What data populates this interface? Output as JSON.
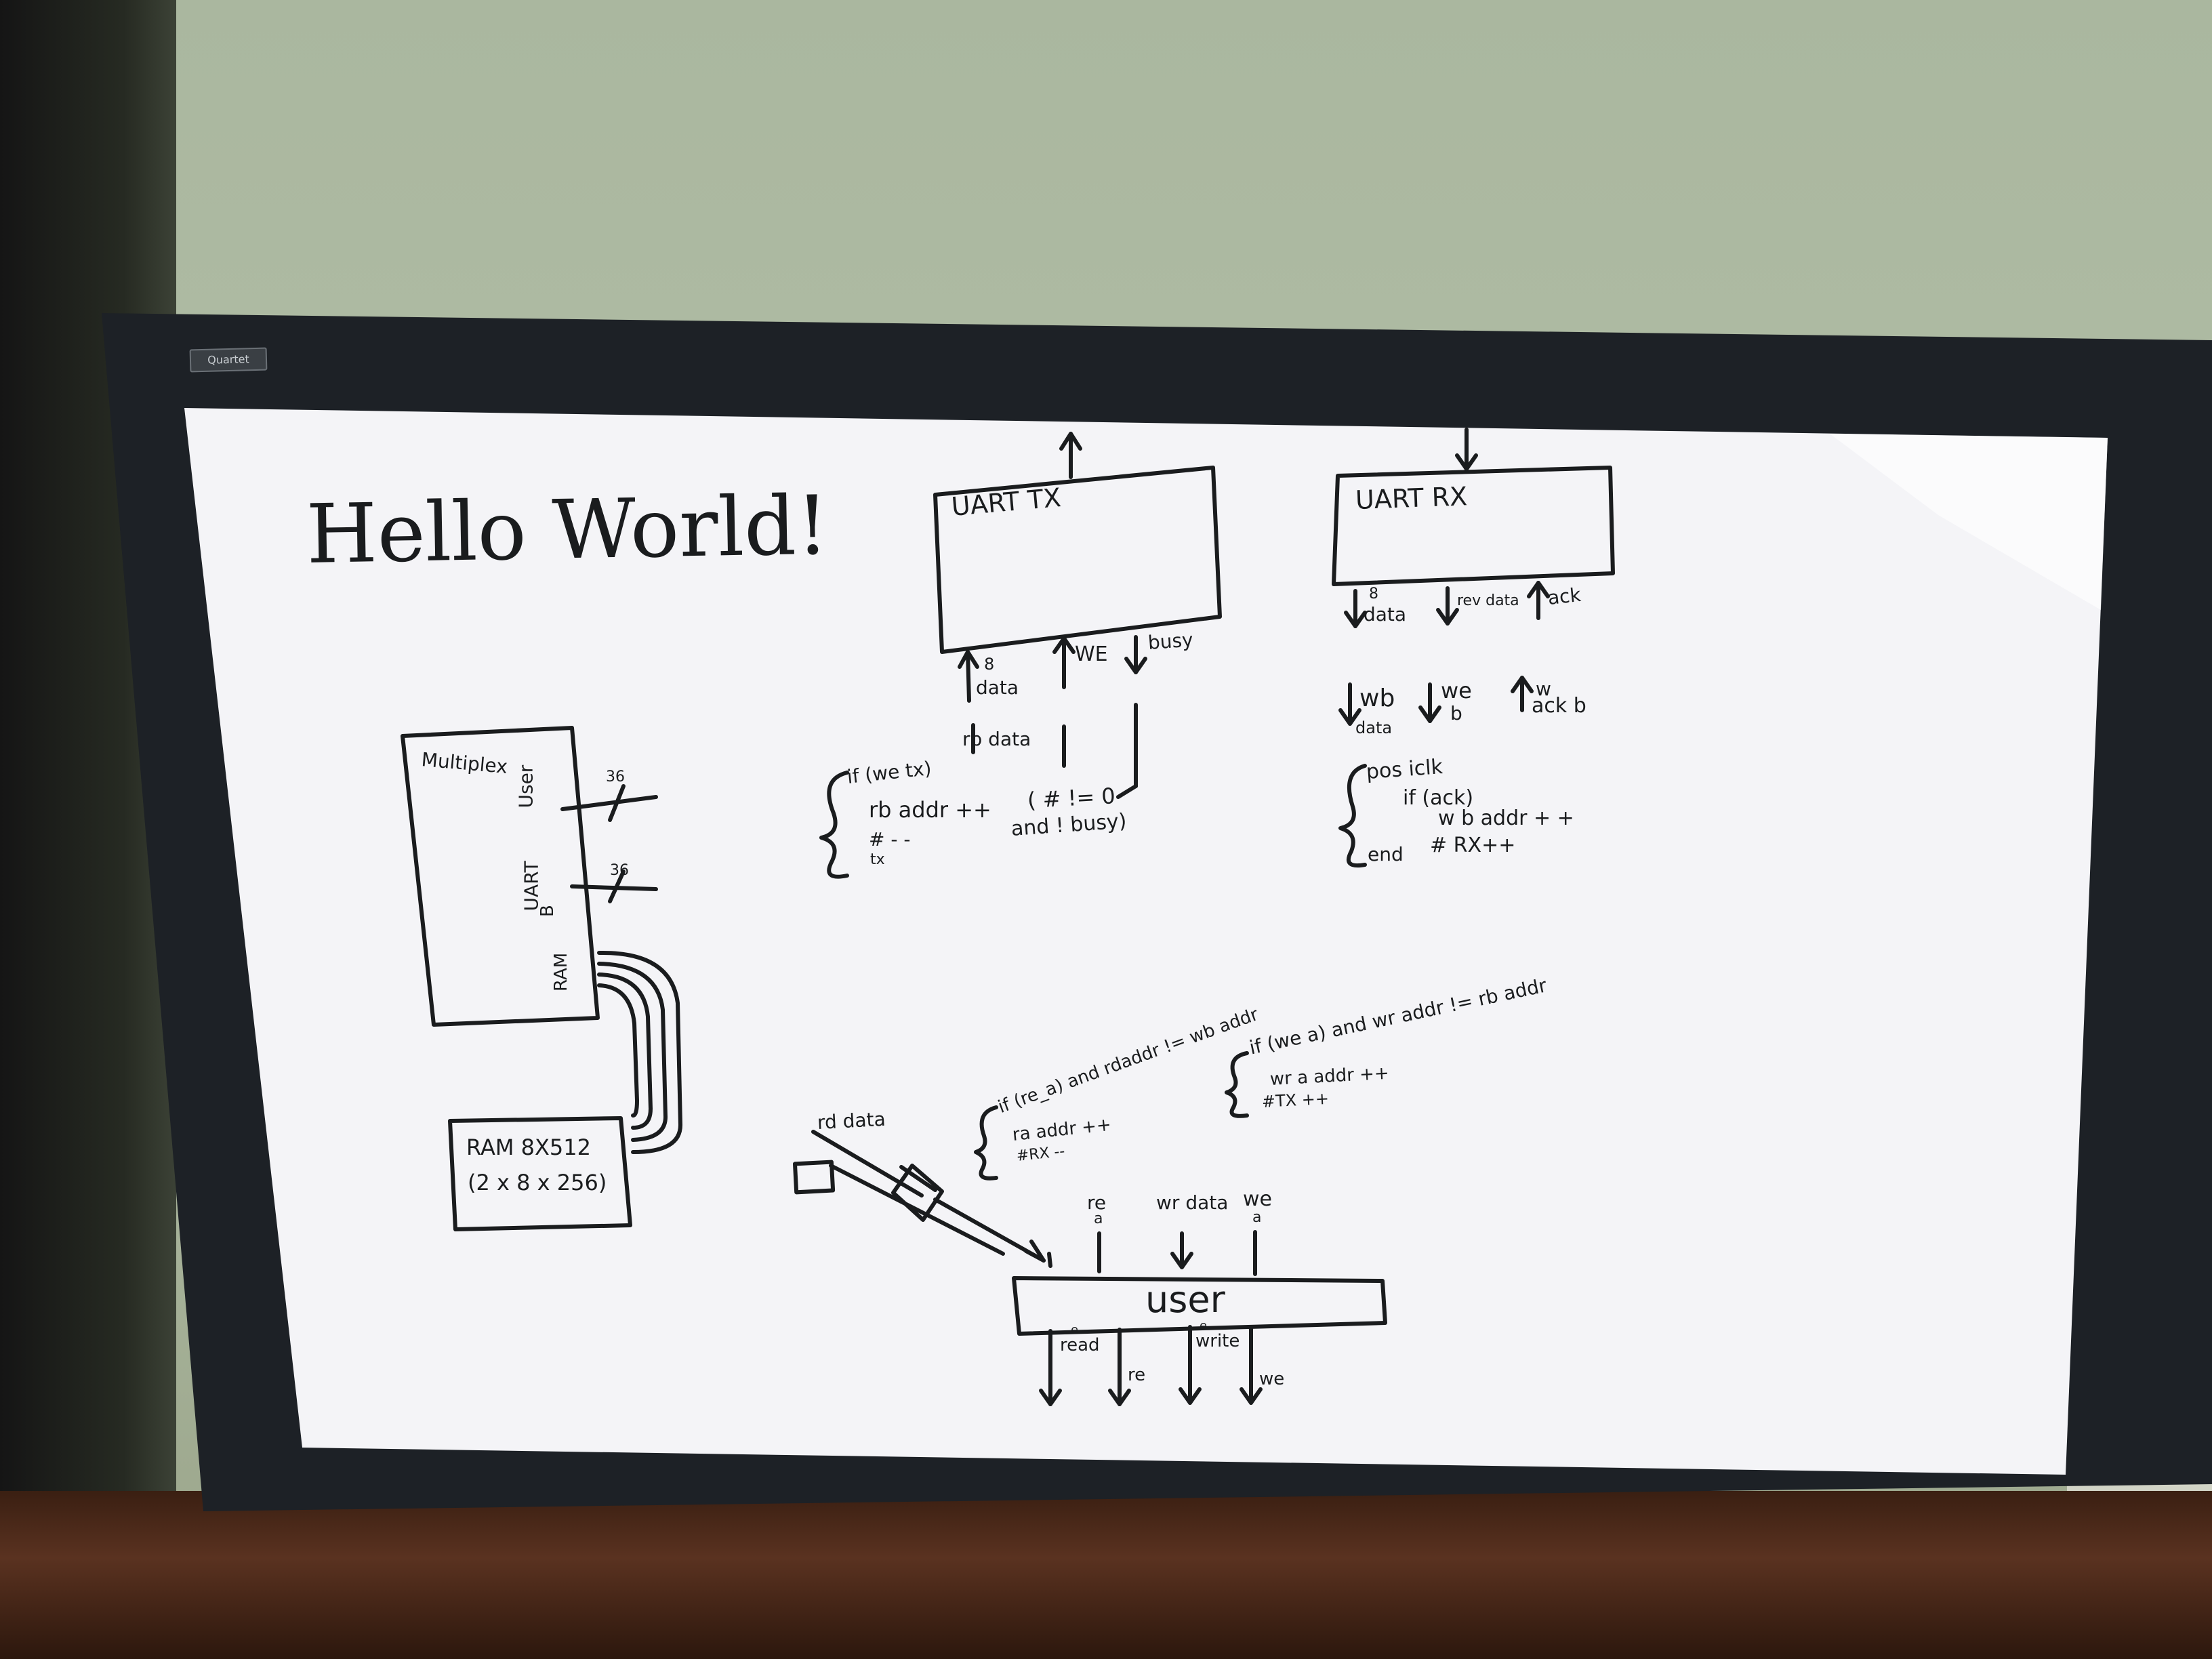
{
  "brand": "Quartet",
  "title": "Hello World!",
  "uart_tx": {
    "label": "UART TX",
    "sig_data_width": "8",
    "sig_data": "data",
    "sig_we": "WE",
    "sig_busy": "busy",
    "rb_data": "rb data",
    "cond_1": "if (we tx)",
    "cond_2": "rb addr ++",
    "cond_3": "# - -",
    "cond_4": "tx",
    "cond_5": "( # != 0",
    "cond_6": "and ! busy)"
  },
  "uart_rx": {
    "label": "UART RX",
    "sig_data_width": "8",
    "sig_data": "data",
    "sig_rev_data": "rev data",
    "sig_ack": "ack",
    "wb_data_1": "wb",
    "wb_data_2": "data",
    "we_b_1": "we",
    "we_b_2": "b",
    "ack_b_1": "w",
    "ack_b_2": "ack b",
    "code_1": "pos iclk",
    "code_2": "if (ack)",
    "code_3": "w b addr + +",
    "code_4": "# RX++",
    "code_5": "end"
  },
  "multiplex": {
    "label": "Multiplex",
    "port_user": "User",
    "port_uart": "UART",
    "port_b": "B",
    "port_ram": "RAM",
    "bus_width_1": "36",
    "bus_width_2": "36"
  },
  "ram": {
    "line_1": "RAM 8X512",
    "line_2": "(2 x 8 x 256)"
  },
  "user": {
    "label": "user",
    "rd_data": "rd data",
    "sig_re_a": "re",
    "sig_re_a_sub": "a",
    "sig_wr_data": "wr data",
    "sig_we_a": "we",
    "sig_we_a_sub": "a",
    "sig_read_e": "e",
    "sig_read": "read",
    "sig_re": "re",
    "sig_write_e": "e",
    "sig_write": "write",
    "sig_we": "we",
    "cond_a_1": "if (re_a) and rdaddr != wb addr",
    "cond_a_2": "ra addr ++",
    "cond_a_3": "#RX --",
    "cond_b_1": "if (we a)   and wr addr != rb addr",
    "cond_b_2": "wr a addr ++",
    "cond_b_3": "#TX ++"
  },
  "colors": {
    "ink": "#1a1c1e",
    "board": "#f4f4f7",
    "frame": "#1d2126",
    "wall": "#b2bea6"
  }
}
